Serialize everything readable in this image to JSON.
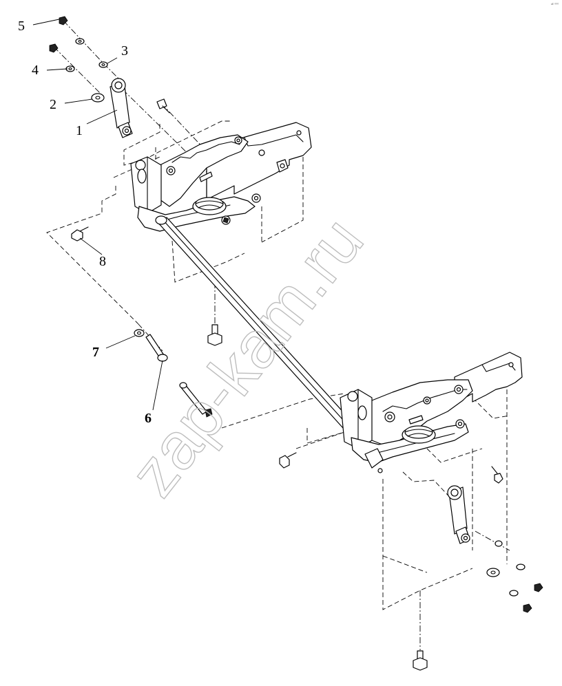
{
  "diagram": {
    "watermark": "zap-kam.ru",
    "corner_code": "ᵃᴱ ⁰⁰⁰",
    "callouts": [
      {
        "id": "1",
        "text": "1",
        "bold": false
      },
      {
        "id": "2",
        "text": "2",
        "bold": false
      },
      {
        "id": "3",
        "text": "3",
        "bold": false
      },
      {
        "id": "4",
        "text": "4",
        "bold": false
      },
      {
        "id": "5",
        "text": "5",
        "bold": false
      },
      {
        "id": "6",
        "text": "6",
        "bold": true
      },
      {
        "id": "7",
        "text": "7",
        "bold": true
      },
      {
        "id": "8",
        "text": "8",
        "bold": false
      }
    ]
  }
}
